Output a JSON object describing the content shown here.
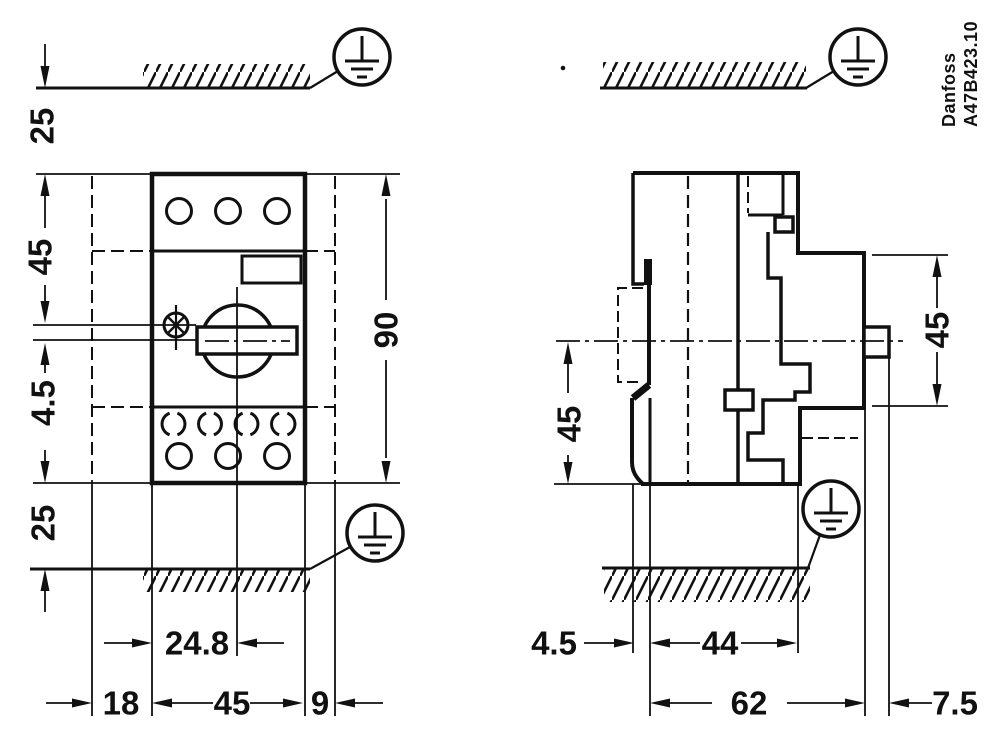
{
  "drawing": {
    "brand": "Danfoss",
    "drawing_no": "A47B423.10",
    "icons": {
      "ground": "protective-earth"
    }
  },
  "front_view": {
    "dim_top_clearance": "25",
    "dim_top_to_handle": "45",
    "dim_handle_offset": "4.5",
    "dim_bottom_clearance": "25",
    "dim_total_height": "90",
    "dim_center_from_left": "24.8",
    "dim_left_clearance": "18",
    "dim_width": "45",
    "dim_right_clearance": "9"
  },
  "side_view": {
    "dim_clip_depth": "4.5",
    "dim_body_depth": "44",
    "dim_total_depth": "62",
    "dim_handle_protrusion": "7.5",
    "dim_front_height": "45",
    "dim_rear_height": "45"
  }
}
